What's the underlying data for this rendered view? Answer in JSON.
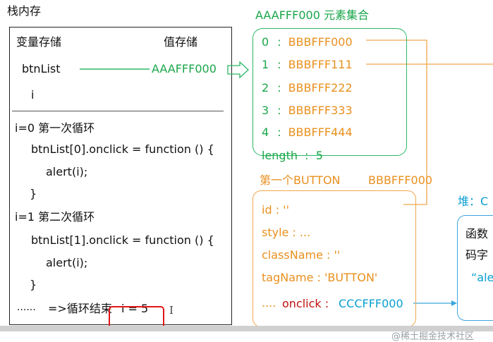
{
  "stack": {
    "title": "栈内存",
    "col_var": "变量存储",
    "col_val": "值存储",
    "var_btnlist": "btnList",
    "var_i": "i",
    "val_btnlist": "AAAFFF000",
    "loop0_head": "i=0  第一次循环",
    "loop0_assign": "btnList[0].onclick = function () {",
    "loop0_body": "alert(i);",
    "loop0_close": "}",
    "loop1_head": "i=1 第二次循环",
    "loop1_assign": "btnList[1].onclick = function () {",
    "loop1_body": "alert(i);",
    "loop1_close": "}",
    "end_dots": "......",
    "end_text": "=>循环结束",
    "end_value": "i = 5",
    "cursor": "I"
  },
  "elements": {
    "title": "AAAFFF000 元素集合",
    "items": [
      {
        "index": "0",
        "sep": ":",
        "value": "BBBFFF000"
      },
      {
        "index": "1",
        "sep": ":",
        "value": "BBBFFF111"
      },
      {
        "index": "2",
        "sep": ":",
        "value": "BBBFFF222"
      },
      {
        "index": "3",
        "sep": ":",
        "value": "BBBFFF333"
      },
      {
        "index": "4",
        "sep": ":",
        "value": "BBBFFF444"
      }
    ],
    "length_label": "length  :  5"
  },
  "button": {
    "title_left": "第一个BUTTON",
    "title_right": "BBBFFF000",
    "props": [
      "id : ''",
      "style : ...",
      "className : ''",
      "tagName : 'BUTTON'"
    ],
    "onclick_dots": "....",
    "onclick_label": "onclick :",
    "onclick_value": "CCCFFF000"
  },
  "heap": {
    "title": "堆：C",
    "line1": "函数",
    "line2": "码字",
    "line3": "“ale"
  },
  "watermark": "@稀土掘金技术社区",
  "colors": {
    "green": "#1aa64a",
    "orange": "#e8901e",
    "blue": "#0a9fd0",
    "red": "#e01616"
  }
}
